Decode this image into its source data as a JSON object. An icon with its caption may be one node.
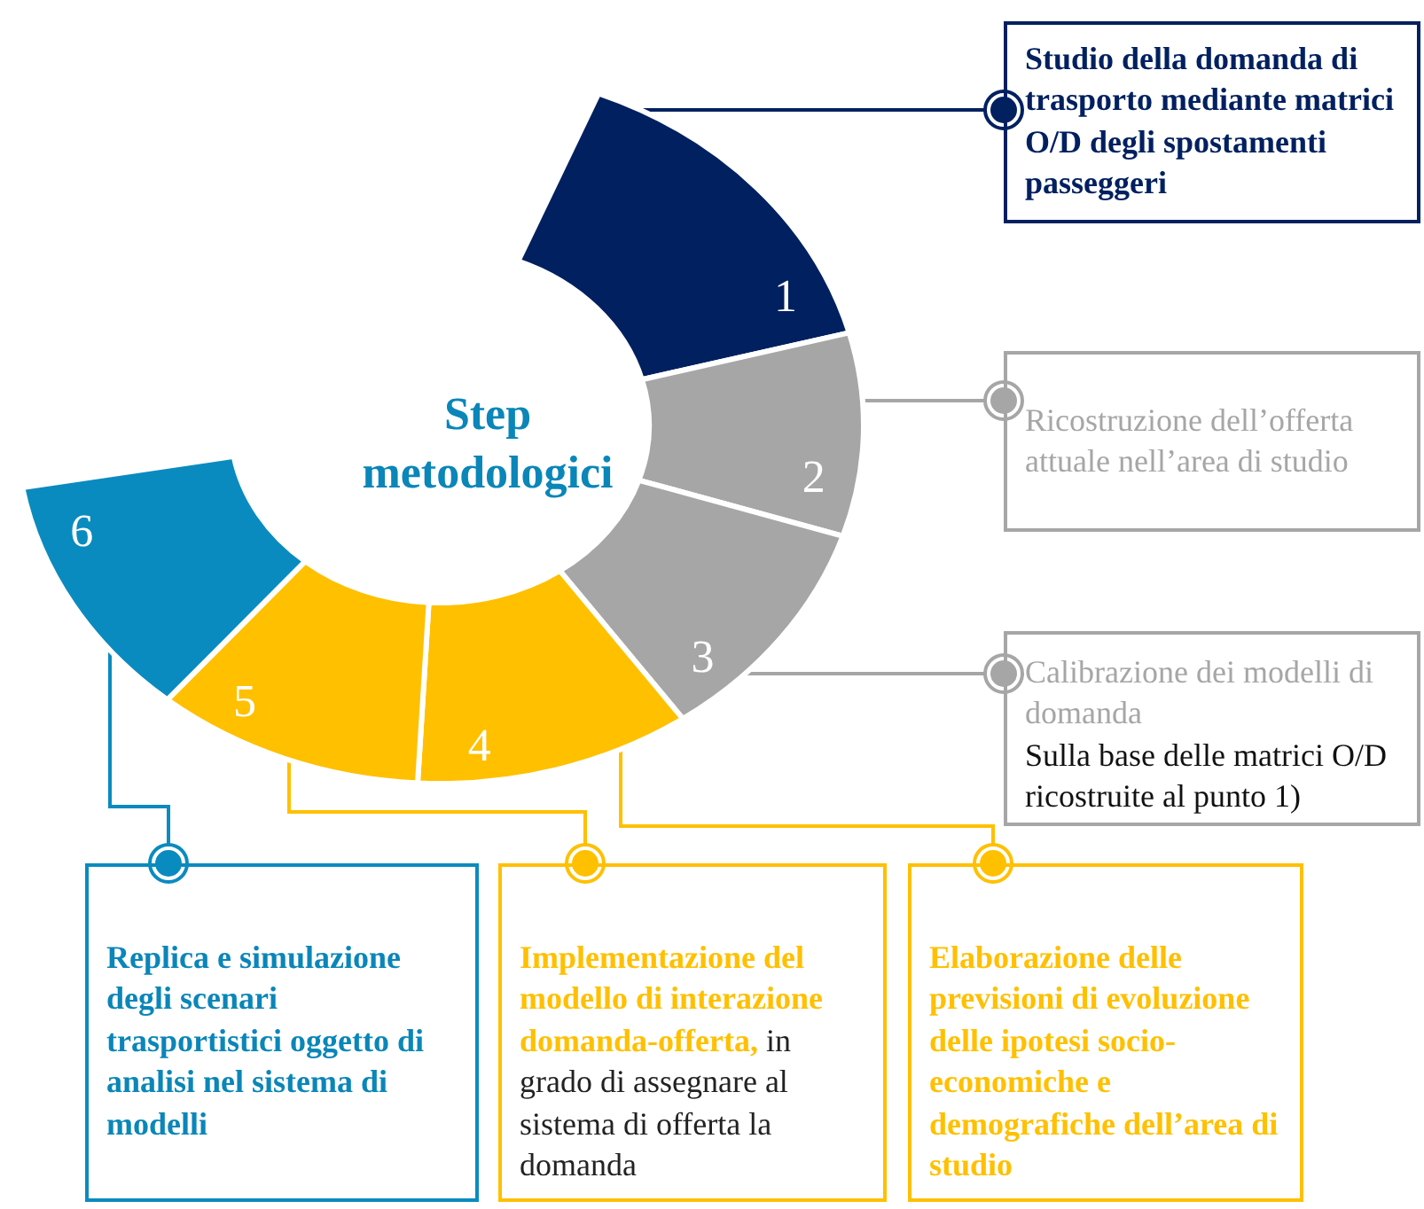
{
  "diagram": {
    "title": "Step metodologici",
    "nodes": [
      {
        "text": [
          "1"
        ]
      },
      {
        "text": [
          "2"
        ]
      },
      {
        "text": [
          "3"
        ]
      },
      {
        "text": [
          "4"
        ]
      },
      {
        "text": [
          "5"
        ]
      },
      {
        "text": [
          "6"
        ]
      },
      {
        "text": [
          "Studio della domanda di trasporto mediante matrici O/D degli spostamenti passeggeri"
        ]
      },
      {
        "text": [
          "Ricostruzione dell’offerta attuale nell’area di studio"
        ]
      },
      {
        "text": [
          "Calibrazione dei modelli di domanda",
          "Sulla base delle matrici O/D ricostruite al punto 1)"
        ]
      },
      {
        "text": [
          "Replica e simulazione degli scenari trasportistici oggetto di analisi nel sistema di modelli"
        ]
      },
      {
        "text": [
          "**Implementazione del modello di interazione domanda-offerta,** in grado di assegnare al sistema di offerta la domanda"
        ]
      },
      {
        "text": [
          "Elaborazione delle previsioni di evoluzione delle ipotesi socio-economiche e demografiche dell’area di studio"
        ]
      }
    ],
    "edges": [
      {
        "from": 0,
        "to": 6,
        "arrow": "other",
        "color": "#002060"
      },
      {
        "from": 1,
        "to": 7,
        "arrow": "other",
        "color": "#a6a6a6"
      },
      {
        "from": 2,
        "to": 8,
        "arrow": "other",
        "color": "#a6a6a6"
      },
      {
        "from": 3,
        "to": 11,
        "arrow": "other",
        "color": "#ffc000"
      },
      {
        "from": 4,
        "to": 10,
        "arrow": "other",
        "color": "#ffc000"
      },
      {
        "from": 5,
        "to": 9,
        "arrow": "other",
        "color": "#0a8bbf"
      }
    ]
  }
}
